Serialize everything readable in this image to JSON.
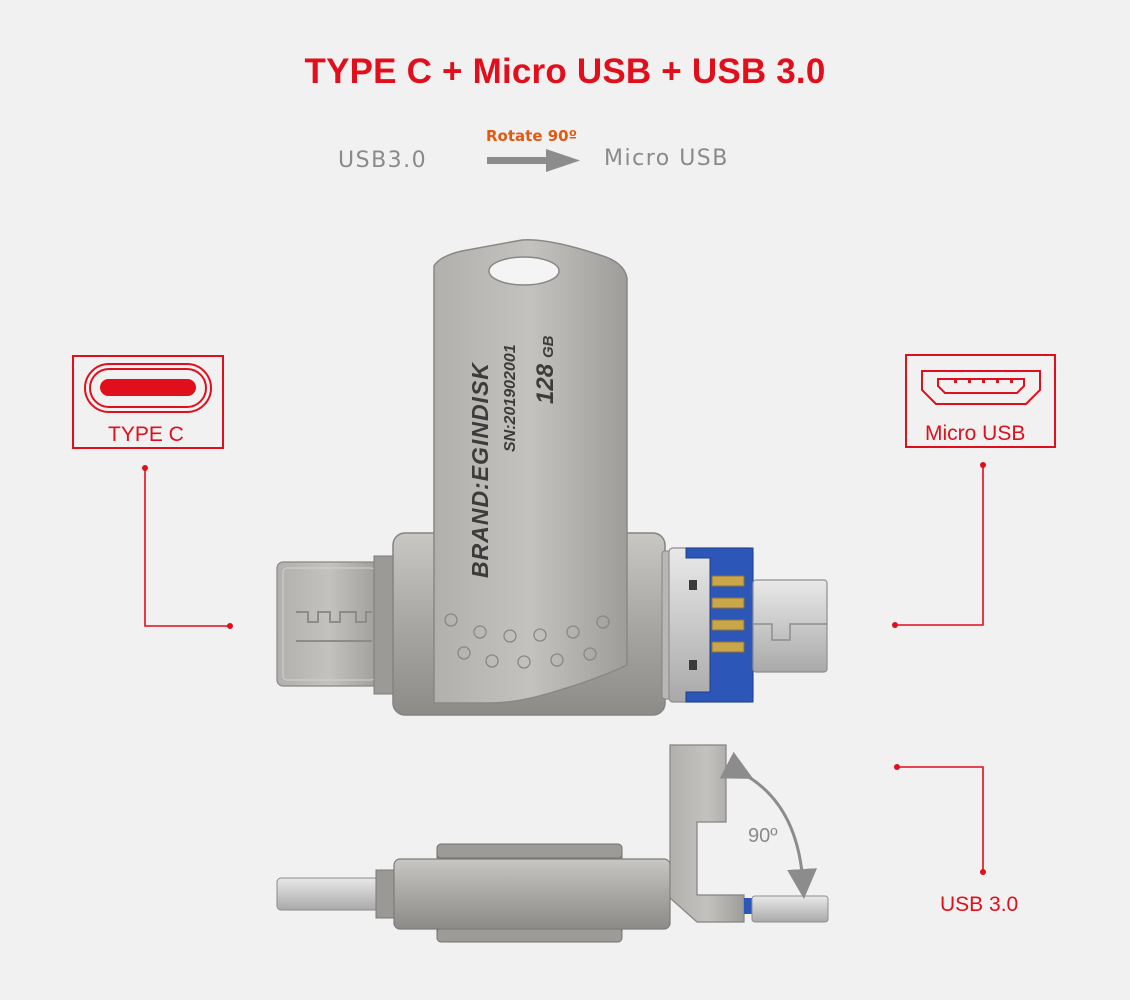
{
  "title": "TYPE C + Micro USB + USB 3.0",
  "rotation": {
    "from": "USB3.0",
    "label": "Rotate 90º",
    "to": "Micro USB"
  },
  "drive": {
    "brand": "BRAND:EGINDISK",
    "serial": "SN:201902001",
    "capacity": "128",
    "capacity_unit": "GB"
  },
  "callouts": {
    "type_c": "TYPE C",
    "micro_usb": "Micro USB",
    "usb3": "USB 3.0"
  },
  "side_view": {
    "angle_label": "90º"
  },
  "colors": {
    "accent_red": "#e10e1c",
    "rotate_orange": "#e05a12",
    "usb3_blue": "#2c56b8",
    "metal": "#a9a7a3",
    "background": "#f1f1f1"
  }
}
